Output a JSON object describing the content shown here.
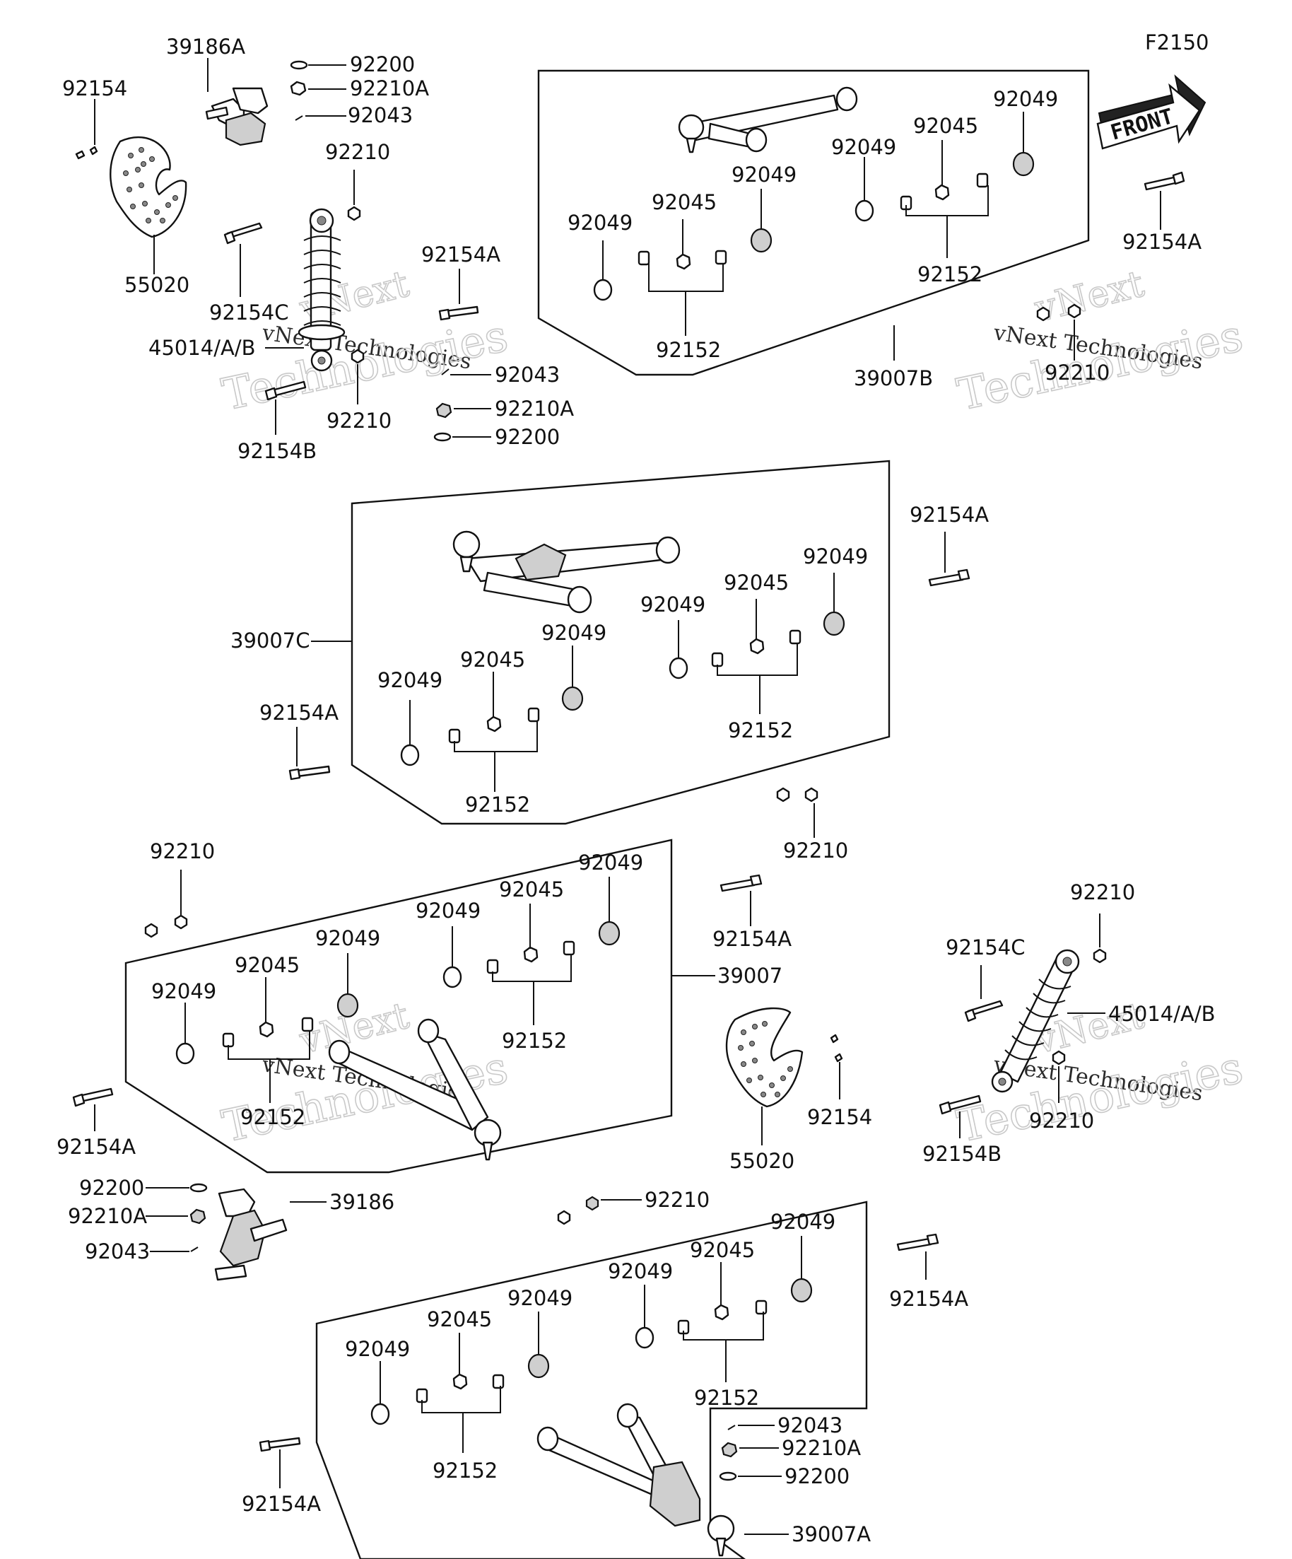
{
  "diagram_id": "F2150",
  "front_arrow": {
    "text": "FRONT"
  },
  "watermark": {
    "line1": "vNext",
    "line2": "vNext Technologies",
    "line3": "Technologies"
  },
  "labels": {
    "l01": "92154",
    "l02": "39186A",
    "l03": "92200",
    "l04": "92210A",
    "l05": "92043",
    "l06": "92210",
    "l07": "55020",
    "l08": "92154C",
    "l09": "45014/A/B",
    "l10": "92154A",
    "l11": "92043",
    "l12": "92210A",
    "l13": "92200",
    "l14": "92210",
    "l15": "92154B",
    "l16": "92049",
    "l17": "92045",
    "l18": "92049",
    "l19": "92049",
    "l20": "92045",
    "l21": "92049",
    "l22": "92152",
    "l23": "92152",
    "l24": "39007B",
    "l25": "92210",
    "l26": "92154A",
    "l27": "92154A",
    "l28": "39007C",
    "l29": "92049",
    "l30": "92045",
    "l31": "92049",
    "l32": "92045",
    "l33": "92049",
    "l34": "92049",
    "l35": "92152",
    "l36": "92152",
    "l37": "92154A",
    "l38": "92210",
    "l39": "92210",
    "l40": "92154A",
    "l41": "92049",
    "l42": "92045",
    "l43": "92049",
    "l44": "92049",
    "l45": "92045",
    "l46": "92049",
    "l47": "92152",
    "l48": "92152",
    "l49": "39007",
    "l50": "92210",
    "l51": "92154C",
    "l52": "45014/A/B",
    "l53": "92154A",
    "l54": "55020",
    "l55": "92154",
    "l56": "92210",
    "l57": "92154B",
    "l58": "92200",
    "l59": "92210A",
    "l60": "39186",
    "l61": "92043",
    "l62": "92210",
    "l63": "92049",
    "l64": "92045",
    "l65": "92049",
    "l66": "92049",
    "l67": "92045",
    "l68": "92049",
    "l69": "92154A",
    "l70": "92152",
    "l71": "92152",
    "l72": "92043",
    "l73": "92210A",
    "l74": "92200",
    "l75": "92154A",
    "l76": "39007A"
  }
}
